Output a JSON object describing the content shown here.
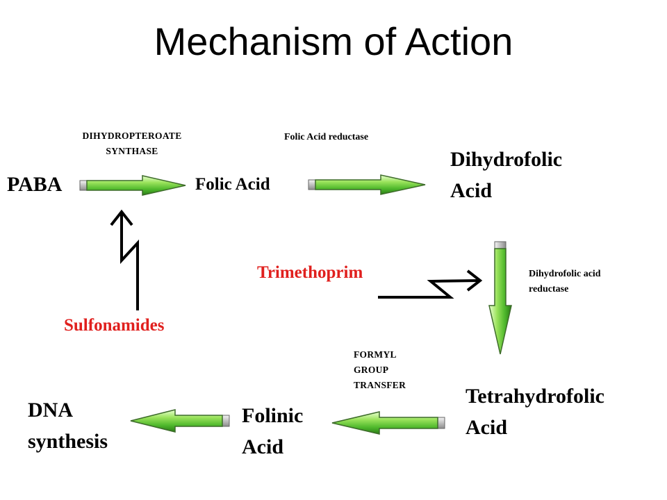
{
  "title": "Mechanism of Action",
  "nodes": {
    "paba": "PABA",
    "folic_acid": "Folic Acid",
    "dihydrofolic_line1": "Dihydrofolic",
    "dihydrofolic_line2": "Acid",
    "tetrahydrofolic_line1": "Tetrahydrofolic",
    "tetrahydrofolic_line2": "Acid",
    "folinic_line1": "Folinic",
    "folinic_line2": "Acid",
    "dna_line1": "DNA",
    "dna_line2": "synthesis"
  },
  "enzymes": {
    "dhps_line1": "DIHYDROPTEROATE",
    "dhps_line2": "SYNTHASE",
    "folic_reductase": "Folic Acid reductase",
    "dhfr_line1": "Dihydrofolic acid",
    "dhfr_line2": "reductase",
    "formyl_line1": "FORMYL",
    "formyl_line2": "GROUP",
    "formyl_line3": "TRANSFER"
  },
  "inhibitors": {
    "trimethoprim": "Trimethoprim",
    "sulfonamides": "Sulfonamides"
  },
  "colors": {
    "inhibitor_text": "#e0201e",
    "arrow_green_light": "#b8f07a",
    "arrow_green_dark": "#2f8f1a"
  }
}
